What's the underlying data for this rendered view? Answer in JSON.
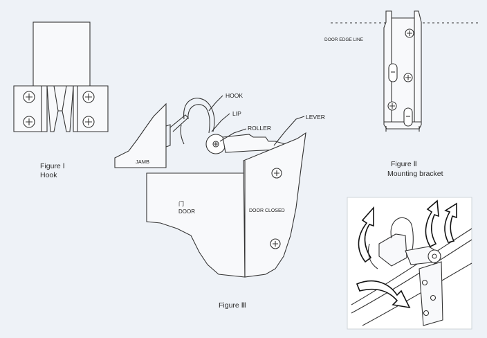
{
  "figure1": {
    "caption_line1": "Figure Ⅰ",
    "caption_line2": "Hook"
  },
  "figure2": {
    "door_edge_line": "DOOR EDGE LINE",
    "caption_line1": "Figure Ⅱ",
    "caption_line2": "Mounting bracket"
  },
  "figure3": {
    "hook": "HOOK",
    "lip": "LIP",
    "roller": "ROLLER",
    "lever": "LEVER",
    "jamb": "JAMB",
    "door_glyph": "门",
    "door": "DOOR",
    "door_closed": "DOOR CLOSED",
    "caption": "Figure Ⅲ"
  },
  "colors": {
    "background": "#eef2f7",
    "line": "#333333",
    "panel": "#ffffff"
  }
}
